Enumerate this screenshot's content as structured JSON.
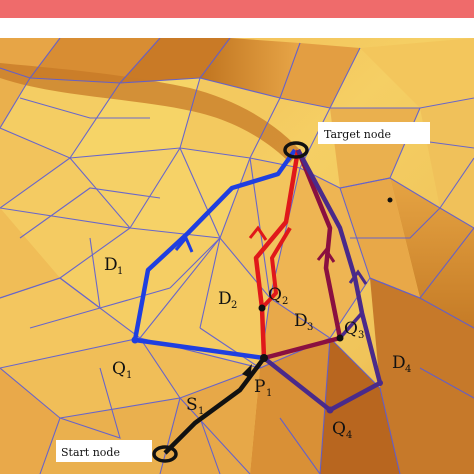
{
  "labels": {
    "target": "Target node",
    "start": "Start node",
    "d1": "D",
    "d1_sub": "1",
    "d2": "D",
    "d2_sub": "2",
    "d3": "D",
    "d3_sub": "3",
    "d4": "D",
    "d4_sub": "4",
    "q1": "Q",
    "q1_sub": "1",
    "q2": "Q",
    "q2_sub": "2",
    "q3": "Q",
    "q3_sub": "3",
    "q4": "Q",
    "q4_sub": "4",
    "p1": "P",
    "p1_sub": "1",
    "s1": "S",
    "s1_sub": "1"
  },
  "colors": {
    "band": "#ef6b6b",
    "surface_light": "#f3cd62",
    "surface_mid": "#e8a94a",
    "surface_dark": "#b86a1f",
    "mesh": "#5a5cd6",
    "path_blue": "#1f3fe0",
    "path_red": "#e0181a",
    "path_darkred": "#8a1040",
    "path_purple": "#4a2a8a",
    "path_black": "#111111"
  }
}
